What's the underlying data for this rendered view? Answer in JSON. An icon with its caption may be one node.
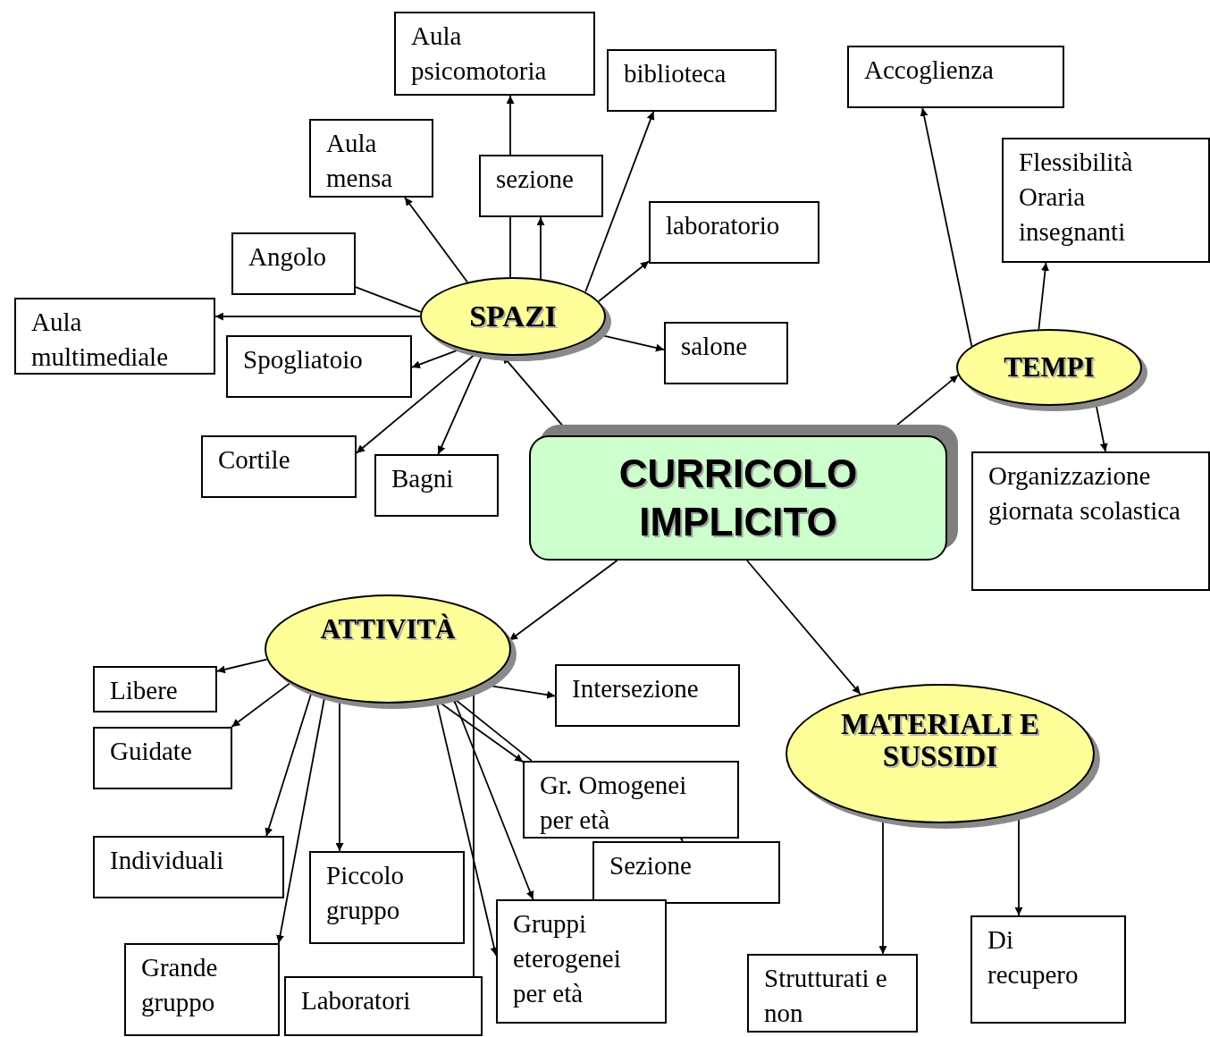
{
  "diagram": {
    "nodes": [
      {
        "text": [
          "CURRICOLO IMPLICITO"
        ]
      },
      {
        "text": [
          "SPAZI"
        ]
      },
      {
        "text": [
          "Aula psicomotoria"
        ]
      },
      {
        "text": [
          "biblioteca"
        ]
      },
      {
        "text": [
          "Aula mensa"
        ]
      },
      {
        "text": [
          "sezione"
        ]
      },
      {
        "text": [
          "laboratorio"
        ]
      },
      {
        "text": [
          "Angolo"
        ]
      },
      {
        "text": [
          "Aula multimediale"
        ]
      },
      {
        "text": [
          "Spogliatoio"
        ]
      },
      {
        "text": [
          "salone"
        ]
      },
      {
        "text": [
          "Cortile"
        ]
      },
      {
        "text": [
          "Bagni"
        ]
      },
      {
        "text": [
          "TEMPI"
        ]
      },
      {
        "text": [
          "Accoglienza"
        ]
      },
      {
        "text": [
          "Flessibilità Oraria insegnanti"
        ]
      },
      {
        "text": [
          "Organizzazione giornata scolastica"
        ]
      },
      {
        "text": [
          "ATTIVITÀ"
        ]
      },
      {
        "text": [
          "Libere"
        ]
      },
      {
        "text": [
          "Guidate"
        ]
      },
      {
        "text": [
          "Intersezione"
        ]
      },
      {
        "text": [
          "Individuali"
        ]
      },
      {
        "text": [
          "Gr. Omogenei per età"
        ]
      },
      {
        "text": [
          "Piccolo gruppo"
        ]
      },
      {
        "text": [
          "Sezione"
        ]
      },
      {
        "text": [
          "Grande gruppo"
        ]
      },
      {
        "text": [
          "Laboratori"
        ]
      },
      {
        "text": [
          "Gruppi eterogenei per età"
        ]
      },
      {
        "text": [
          "MATERIALI E SUSSIDI"
        ]
      },
      {
        "text": [
          "Strutturati e non"
        ]
      },
      {
        "text": [
          "Di recupero"
        ]
      }
    ],
    "edges": [
      {
        "from": 0,
        "to": 1,
        "arrow": "to"
      },
      {
        "from": 0,
        "to": 13,
        "arrow": "to"
      },
      {
        "from": 0,
        "to": 17,
        "arrow": "to"
      },
      {
        "from": 0,
        "to": 28,
        "arrow": "to"
      },
      {
        "from": 1,
        "to": 5,
        "arrow": "to"
      },
      {
        "from": 1,
        "to": 5,
        "arrow": "none"
      },
      {
        "from": 5,
        "to": 2,
        "arrow": "to"
      },
      {
        "from": 1,
        "to": 3,
        "arrow": "to"
      },
      {
        "from": 1,
        "to": 4,
        "arrow": "to"
      },
      {
        "from": 1,
        "to": 6,
        "arrow": "to"
      },
      {
        "from": 1,
        "to": 7,
        "arrow": "none"
      },
      {
        "from": 1,
        "to": 8,
        "arrow": "to"
      },
      {
        "from": 1,
        "to": 9,
        "arrow": "to"
      },
      {
        "from": 1,
        "to": 10,
        "arrow": "to"
      },
      {
        "from": 1,
        "to": 11,
        "arrow": "to"
      },
      {
        "from": 1,
        "to": 12,
        "arrow": "to"
      },
      {
        "from": 13,
        "to": 14,
        "arrow": "to"
      },
      {
        "from": 13,
        "to": 15,
        "arrow": "to"
      },
      {
        "from": 13,
        "to": 16,
        "arrow": "to"
      },
      {
        "from": 17,
        "to": 18,
        "arrow": "to"
      },
      {
        "from": 17,
        "to": 19,
        "arrow": "to"
      },
      {
        "from": 17,
        "to": 20,
        "arrow": "to"
      },
      {
        "from": 17,
        "to": 21,
        "arrow": "to"
      },
      {
        "from": 17,
        "to": 25,
        "arrow": "to"
      },
      {
        "from": 17,
        "to": 23,
        "arrow": "to"
      },
      {
        "from": 17,
        "to": 22,
        "arrow": "to"
      },
      {
        "from": 17,
        "to": 26,
        "arrow": "none"
      },
      {
        "from": 17,
        "to": 27,
        "arrow": "to"
      },
      {
        "from": 17,
        "to": 27,
        "arrow": "to"
      },
      {
        "from": 22,
        "to": 24,
        "arrow": "to"
      },
      {
        "from": 22,
        "to": 17,
        "arrow": "to"
      },
      {
        "from": 28,
        "to": 29,
        "arrow": "to"
      },
      {
        "from": 28,
        "to": 30,
        "arrow": "to"
      }
    ]
  }
}
